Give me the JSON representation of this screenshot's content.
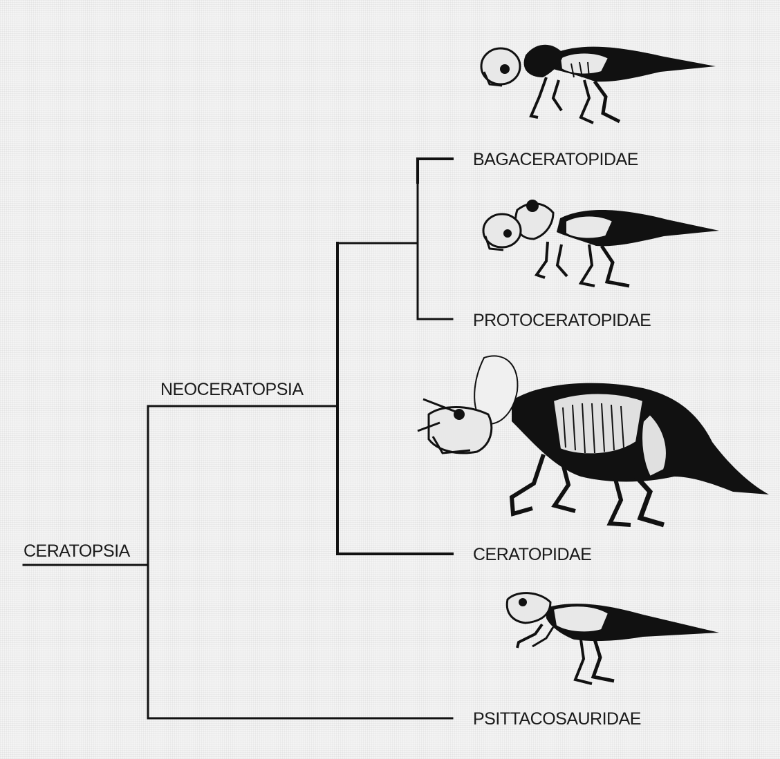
{
  "tree": {
    "root_label": "CERATOPSIA",
    "clade_label": "NEOCERATOPSIA",
    "taxa": {
      "bagaceratopidae": "BAGACERATOPIDAE",
      "protoceratopidae": "PROTOCERATOPIDAE",
      "ceratopidae": "CERATOPIDAE",
      "psittacosauridae": "PSITTACOSAURIDAE"
    }
  },
  "colors": {
    "line": "#111111",
    "bone": "#f2f2f2",
    "background": "#f4f4f4"
  },
  "icons": {
    "bagaceratopid": "bagaceratopid-skeleton-icon",
    "protoceratopid": "protoceratopid-skeleton-icon",
    "ceratopid": "ceratopid-skeleton-icon",
    "psittacosaurid": "psittacosaurid-skeleton-icon"
  }
}
